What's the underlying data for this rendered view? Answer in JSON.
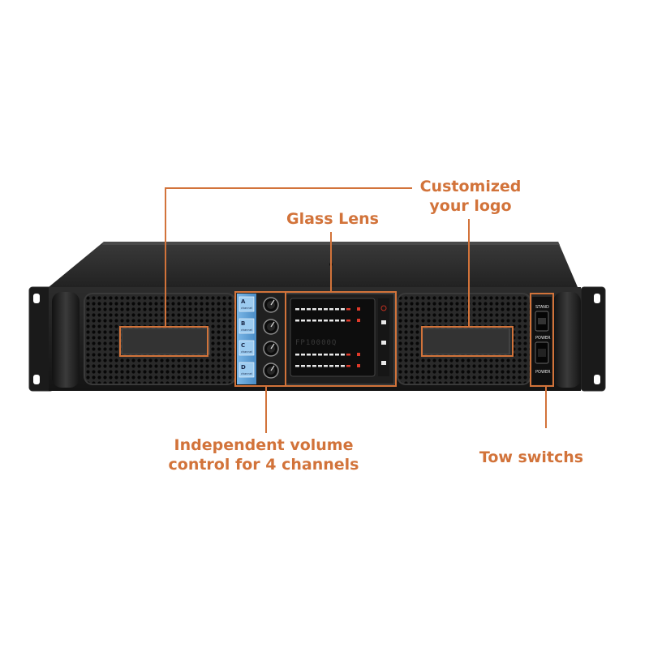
{
  "callouts": {
    "glass_lens": "Glass  Lens",
    "logo_line1": "Customized",
    "logo_line2": "your logo",
    "volume_line1": "Independent volume",
    "volume_line2": "control for 4 channels",
    "switches": "Tow switchs"
  },
  "amplifier": {
    "channels": [
      "A",
      "B",
      "C",
      "D"
    ],
    "channel_word": "channel",
    "model": "FP10000Q",
    "switch_labels": [
      "STAND",
      "POWER",
      "POWER"
    ]
  },
  "colors": {
    "accent": "#d2733a",
    "chassis": "#1c1c1c",
    "channel_panel": "#5aa0d8",
    "display_led": "#e03a2a"
  }
}
